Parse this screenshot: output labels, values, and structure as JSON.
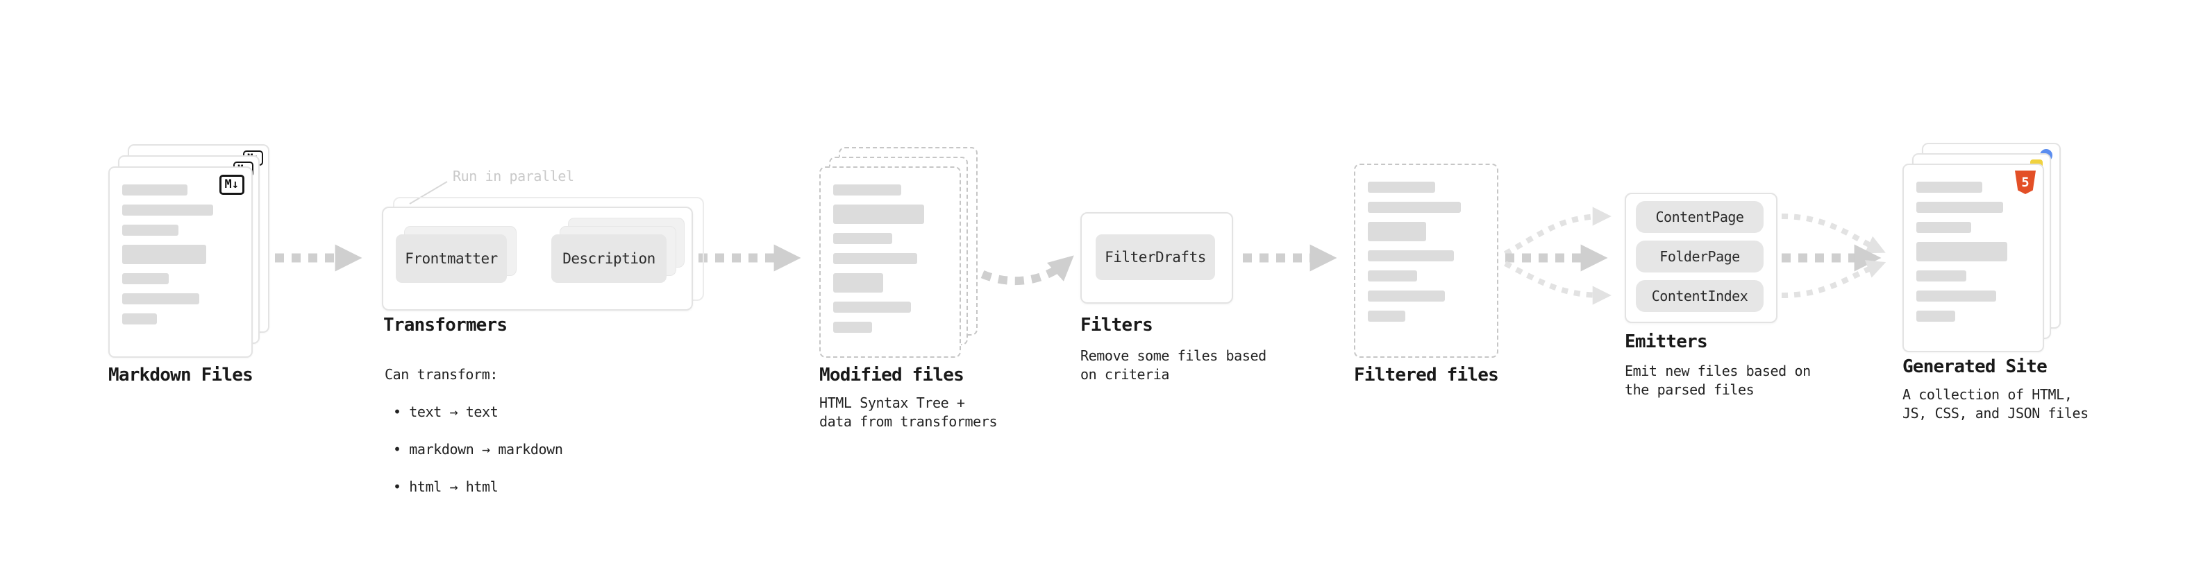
{
  "stages": {
    "markdown_files": {
      "label": "Markdown Files",
      "badge": "M↓"
    },
    "transformers": {
      "label": "Transformers",
      "annotation": "Run in parallel",
      "nodes": [
        "Frontmatter",
        "Description"
      ],
      "desc_title": "Can transform:",
      "bullets": [
        "• text → text",
        "• markdown → markdown",
        "• html → html"
      ]
    },
    "modified_files": {
      "label": "Modified files",
      "description": "HTML Syntax Tree +\ndata from transformers"
    },
    "filters": {
      "label": "Filters",
      "node": "FilterDrafts",
      "description": "Remove some files based\non criteria"
    },
    "filtered_files": {
      "label": "Filtered files"
    },
    "emitters": {
      "label": "Emitters",
      "nodes": [
        "ContentPage",
        "FolderPage",
        "ContentIndex"
      ],
      "description": "Emit new files based on\nthe parsed files"
    },
    "generated_site": {
      "label": "Generated Site",
      "badge": "5",
      "description": "A collection of HTML,\nJS, CSS, and JSON files"
    }
  },
  "colors": {
    "background": "#ffffff",
    "arrow": "#cfcfcf",
    "arrow_light": "#e2e2e2",
    "card_border": "#e3e3e3",
    "dashed_border": "#c6c6c6",
    "bar": "#dcdcdc",
    "node_bg": "#e7e7e7",
    "text": "#191919",
    "annotation": "#c9c9c9",
    "html5_orange": "#e34f26",
    "js_yellow": "#f0d23f",
    "css_blue": "#5b8def"
  }
}
